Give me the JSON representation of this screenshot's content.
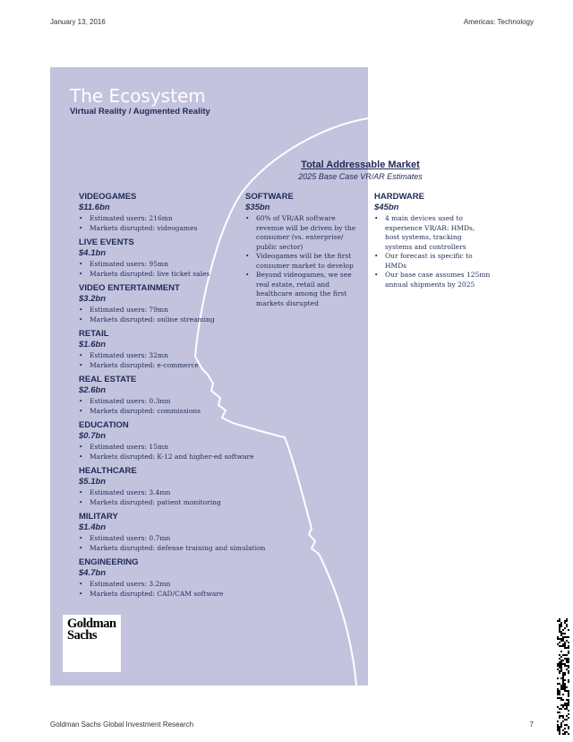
{
  "header": {
    "date": "January 13, 2016",
    "section": "Americas: Technology"
  },
  "footer": {
    "source": "Goldman Sachs Global Investment Research",
    "page_number": "7"
  },
  "title": "The Ecosystem",
  "subtitle": "Virtual Reality / Augmented Reality",
  "tam": {
    "title": "Total Addressable Market",
    "subtitle": "2025 Base Case VR/AR Estimates"
  },
  "markets": [
    {
      "name": "VIDEOGAMES",
      "value": "$11.6bn",
      "bullets": [
        "Estimated users: 216mn",
        "Markets disrupted: videogames"
      ]
    },
    {
      "name": "LIVE EVENTS",
      "value": "$4.1bn",
      "bullets": [
        "Estimated users: 95mn",
        "Markets disrupted: live ticket sales"
      ]
    },
    {
      "name": "VIDEO ENTERTAINMENT",
      "value": "$3.2bn",
      "bullets": [
        "Estimated users: 79mn",
        "Markets disrupted: online streaming"
      ]
    },
    {
      "name": "RETAIL",
      "value": "$1.6bn",
      "bullets": [
        "Estimated users: 32mn",
        "Markets disrupted: e-commerce"
      ]
    },
    {
      "name": "REAL ESTATE",
      "value": "$2.6bn",
      "bullets": [
        "Estimated users: 0.3mn",
        "Markets disrupted: commissions"
      ]
    },
    {
      "name": "EDUCATION",
      "value": "$0.7bn",
      "bullets": [
        "Estimated users: 15mn",
        "Markets disrupted: K-12 and higher-ed software"
      ]
    },
    {
      "name": "HEALTHCARE",
      "value": "$5.1bn",
      "bullets": [
        "Estimated users: 3.4mn",
        "Markets disrupted: patient monitoring"
      ]
    },
    {
      "name": "MILITARY",
      "value": "$1.4bn",
      "bullets": [
        "Estimated users: 0.7mn",
        "Markets disrupted: defense training and simulation"
      ]
    },
    {
      "name": "ENGINEERING",
      "value": "$4.7bn",
      "bullets": [
        "Estimated users: 3.2mn",
        "Markets disrupted: CAD/CAM software"
      ]
    }
  ],
  "software": {
    "name": "SOFTWARE",
    "value": "$35bn",
    "bullets": [
      "60% of VR/AR software revenue will be driven by the consumer (vs. enterprise/ public sector)",
      "Videogames will be the first consumer market to develop",
      "Beyond videogames, we see real estate, retail and healthcare among the first markets disrupted"
    ]
  },
  "hardware": {
    "name": "HARDWARE",
    "value": "$45bn",
    "bullets": [
      "4 main devices used to experience VR/AR: HMDs, host systems, tracking systems and controllers",
      "Our forecast is specific to HMDs",
      "Our base case assumes 125mn annual shipments by 2025"
    ]
  },
  "logo": {
    "line1": "Goldman",
    "line2": "Sachs"
  }
}
